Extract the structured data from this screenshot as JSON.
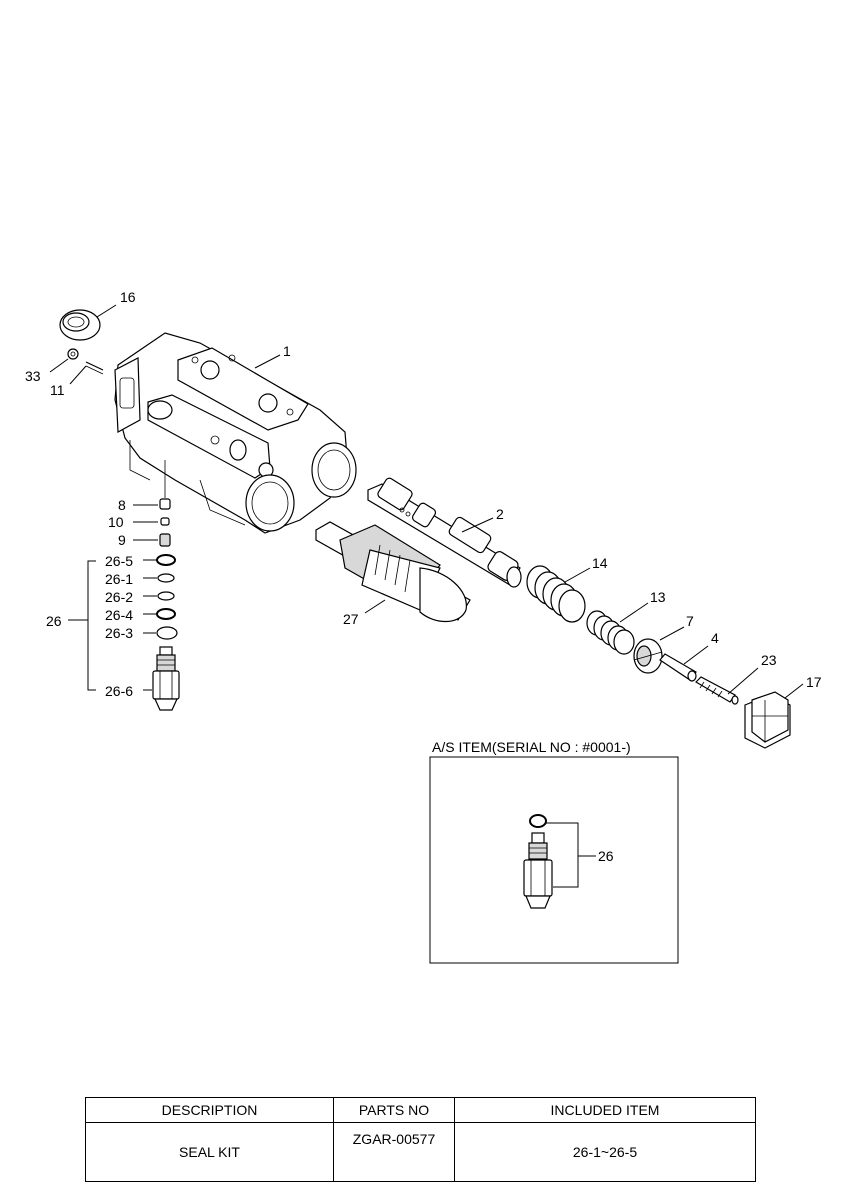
{
  "callouts": {
    "c16": "16",
    "c1": "1",
    "c33": "33",
    "c11": "11",
    "c8": "8",
    "c10": "10",
    "c9": "9",
    "c26_5": "26-5",
    "c26_1": "26-1",
    "c26_2": "26-2",
    "c26_4": "26-4",
    "c26_3": "26-3",
    "c26_6": "26-6",
    "c26": "26",
    "c27": "27",
    "c2": "2",
    "c14": "14",
    "c13": "13",
    "c7": "7",
    "c4": "4",
    "c23": "23",
    "c17": "17",
    "c26_inset": "26"
  },
  "inset": {
    "title": "A/S ITEM(SERIAL NO : #0001-)"
  },
  "table": {
    "headers": [
      "DESCRIPTION",
      "PARTS NO",
      "INCLUDED ITEM"
    ],
    "rows": [
      [
        "SEAL KIT",
        "ZGAR-00577",
        "26-1~26-5"
      ]
    ]
  }
}
